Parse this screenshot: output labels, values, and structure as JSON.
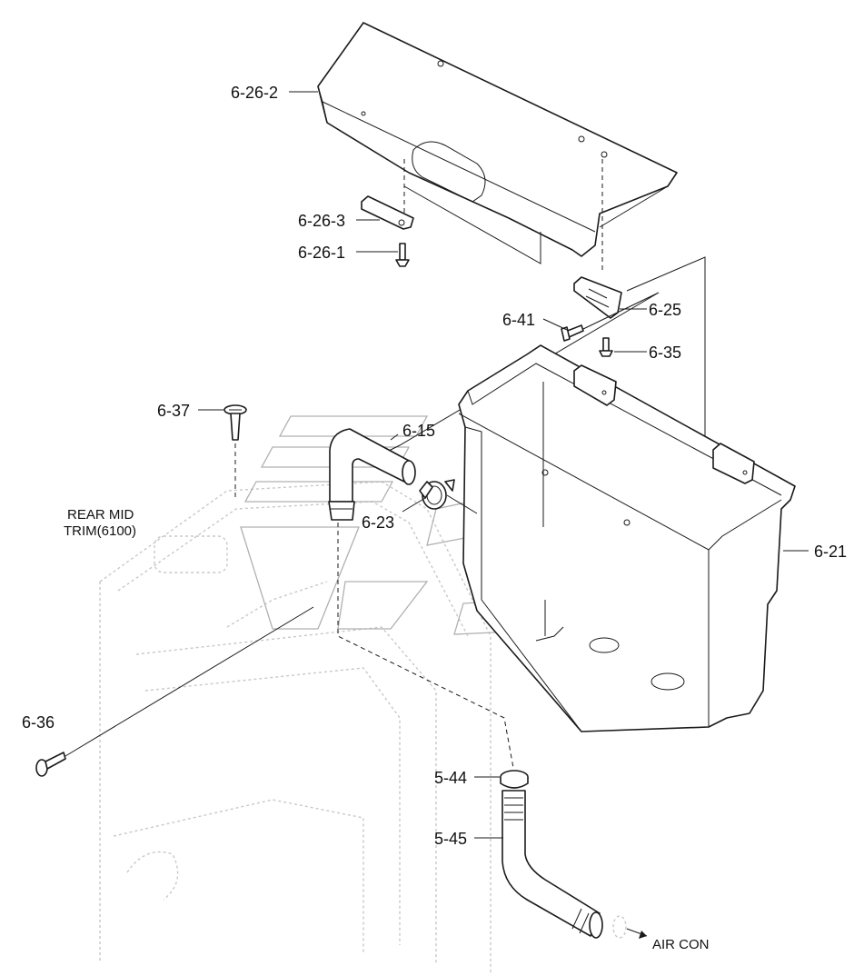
{
  "labels": {
    "p_6_26_2": "6-26-2",
    "p_6_26_3": "6-26-3",
    "p_6_26_1": "6-26-1",
    "p_6_41": "6-41",
    "p_6_25": "6-25",
    "p_6_35": "6-35",
    "p_6_37": "6-37",
    "p_6_15": "6-15",
    "p_6_23": "6-23",
    "p_6_21": "6-21",
    "p_6_36": "6-36",
    "p_5_44": "5-44",
    "p_5_45": "5-45"
  },
  "notes": {
    "rear_mid_trim_line1": "REAR MID",
    "rear_mid_trim_line2": "TRIM(6100)",
    "air_con": "AIR CON"
  },
  "colors": {
    "line": "#1a1a1a",
    "background": "#ffffff",
    "ghost_trim": "#c8c8c8",
    "watermark": "#b0b0b0"
  }
}
